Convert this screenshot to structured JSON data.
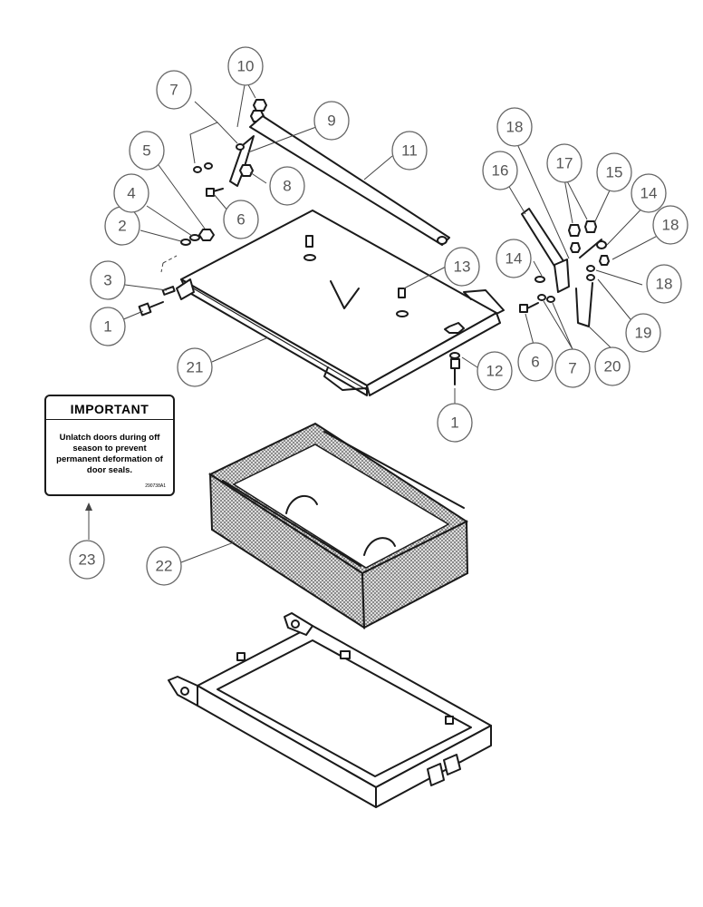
{
  "decal": {
    "title": "IMPORTANT",
    "message": "Unlatch doors during off season to prevent permanent deformation of door seals.",
    "code": "290738A1"
  },
  "callouts": [
    "1",
    "2",
    "3",
    "4",
    "5",
    "6",
    "7",
    "8",
    "9",
    "10",
    "11",
    "12",
    "13",
    "14",
    "15",
    "16",
    "17",
    "18",
    "19",
    "20",
    "21",
    "22",
    "23"
  ],
  "colors": {
    "line": "#1a1a1a",
    "callout": "#555555"
  }
}
